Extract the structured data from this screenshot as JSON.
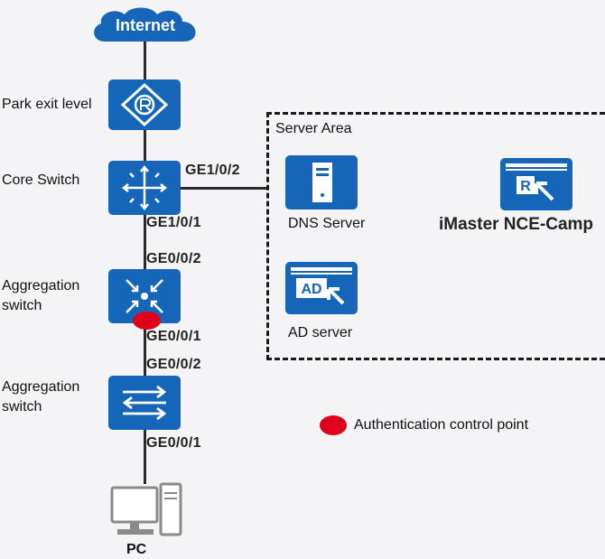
{
  "nodes": {
    "internet": {
      "label": "Internet"
    },
    "exit_router": {
      "label": "Park exit level"
    },
    "core_switch": {
      "label": "Core Switch"
    },
    "agg_switch_1": {
      "label_line1": "Aggregation",
      "label_line2": "switch"
    },
    "agg_switch_2": {
      "label_line1": "Aggregation",
      "label_line2": "switch"
    },
    "pc": {
      "label": "PC"
    },
    "dns_server": {
      "label": "DNS Server",
      "icon_text": ""
    },
    "imaster": {
      "label": "iMaster NCE-Camp",
      "icon_text": "R"
    },
    "ad_server": {
      "label": "AD server",
      "icon_text": "AD"
    }
  },
  "ports": {
    "core_to_server": "GE1/0/2",
    "core_down": "GE1/0/1",
    "agg1_up": "GE0/0/2",
    "agg1_down": "GE0/0/1",
    "agg2_up": "GE0/0/2",
    "agg2_down": "GE0/0/1"
  },
  "server_area": {
    "title": "Server Area"
  },
  "legend": {
    "label": "Authentication control point",
    "marker_color": "#e0001b"
  },
  "colors": {
    "icon_blue": "#1565b8",
    "line": "#2b2b2b",
    "auth_point": "#e0001b"
  }
}
